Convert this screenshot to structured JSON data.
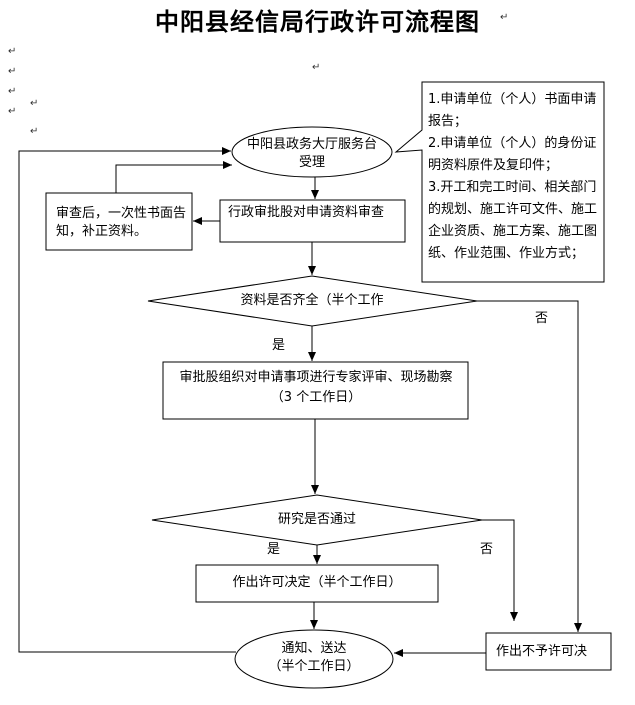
{
  "title": "中阳县经信局行政许可流程图",
  "nodes": {
    "service_hall": "中阳县政务大厅服务台受理",
    "review": "行政审批股对申请资料审查",
    "notify_correction": "审查后，一次性书面告知，补正资料。",
    "docs_complete": "资料是否齐全（半个工作",
    "expert_review_line1": "审批股组织对申请事项进行专家评审、现场勘察",
    "expert_review_line2": "（3 个工作日）",
    "research_passed": "研究是否通过",
    "decision_grant": "作出许可决定（半个工作日）",
    "deliver_line1": "通知、送达",
    "deliver_line2": "（半个工作日）",
    "decision_deny": "作出不予许可决"
  },
  "requirements": [
    "1.申请单位（个人）书面申请报告；",
    "2.申请单位（个人）的身份证明资料原件及复印件；",
    "3.开工和完工时间、相关部门的规划、施工许可文件、施工企业资质、施工方案、施工图纸、作业范围、作业方式；"
  ],
  "edge_labels": {
    "yes_1": "是",
    "no_1": "否",
    "yes_2": "是",
    "no_2": "否"
  },
  "paragraph_mark": "↵"
}
